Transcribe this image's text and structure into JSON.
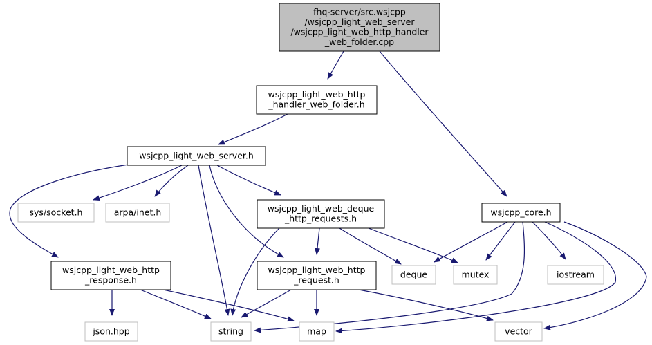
{
  "nodes": [
    {
      "id": "root",
      "lines": [
        "fhq-server/src.wsjcpp",
        "/wsjcpp_light_web_server",
        "/wsjcpp_light_web_http_handler",
        "_web_folder.cpp"
      ],
      "style": "root"
    },
    {
      "id": "handler_h",
      "lines": [
        "wsjcpp_light_web_http",
        "_handler_web_folder.h"
      ],
      "style": "local"
    },
    {
      "id": "core_h",
      "lines": [
        "wsjcpp_core.h"
      ],
      "style": "local"
    },
    {
      "id": "server_h",
      "lines": [
        "wsjcpp_light_web_server.h"
      ],
      "style": "local"
    },
    {
      "id": "sys_socket",
      "lines": [
        "sys/socket.h"
      ],
      "style": "system"
    },
    {
      "id": "arpa_inet",
      "lines": [
        "arpa/inet.h"
      ],
      "style": "system"
    },
    {
      "id": "deque_requests_h",
      "lines": [
        "wsjcpp_light_web_deque",
        "_http_requests.h"
      ],
      "style": "local"
    },
    {
      "id": "response_h",
      "lines": [
        "wsjcpp_light_web_http",
        "_response.h"
      ],
      "style": "local"
    },
    {
      "id": "request_h",
      "lines": [
        "wsjcpp_light_web_http",
        "_request.h"
      ],
      "style": "local"
    },
    {
      "id": "deque",
      "lines": [
        "deque"
      ],
      "style": "system"
    },
    {
      "id": "mutex",
      "lines": [
        "mutex"
      ],
      "style": "system"
    },
    {
      "id": "iostream",
      "lines": [
        "iostream"
      ],
      "style": "system"
    },
    {
      "id": "json_hpp",
      "lines": [
        "json.hpp"
      ],
      "style": "system"
    },
    {
      "id": "string",
      "lines": [
        "string"
      ],
      "style": "system"
    },
    {
      "id": "map",
      "lines": [
        "map"
      ],
      "style": "system"
    },
    {
      "id": "vector",
      "lines": [
        "vector"
      ],
      "style": "system"
    }
  ],
  "edges": [
    {
      "from": "root",
      "to": "handler_h"
    },
    {
      "from": "root",
      "to": "core_h"
    },
    {
      "from": "handler_h",
      "to": "server_h"
    },
    {
      "from": "server_h",
      "to": "sys_socket"
    },
    {
      "from": "server_h",
      "to": "arpa_inet"
    },
    {
      "from": "server_h",
      "to": "deque_requests_h"
    },
    {
      "from": "server_h",
      "to": "response_h"
    },
    {
      "from": "server_h",
      "to": "request_h"
    },
    {
      "from": "server_h",
      "to": "string"
    },
    {
      "from": "deque_requests_h",
      "to": "request_h"
    },
    {
      "from": "deque_requests_h",
      "to": "string"
    },
    {
      "from": "deque_requests_h",
      "to": "deque"
    },
    {
      "from": "deque_requests_h",
      "to": "mutex"
    },
    {
      "from": "response_h",
      "to": "json_hpp"
    },
    {
      "from": "response_h",
      "to": "string"
    },
    {
      "from": "response_h",
      "to": "map"
    },
    {
      "from": "request_h",
      "to": "string"
    },
    {
      "from": "request_h",
      "to": "map"
    },
    {
      "from": "request_h",
      "to": "vector"
    },
    {
      "from": "core_h",
      "to": "deque"
    },
    {
      "from": "core_h",
      "to": "mutex"
    },
    {
      "from": "core_h",
      "to": "iostream"
    },
    {
      "from": "core_h",
      "to": "string"
    },
    {
      "from": "core_h",
      "to": "map"
    },
    {
      "from": "core_h",
      "to": "vector"
    }
  ],
  "colors": {
    "root_fill": "#bfbfbf",
    "node_fill": "#ffffff",
    "node_border": "#000000",
    "system_border": "#bfbfbf",
    "edge": "#191970",
    "text": "#000000"
  }
}
